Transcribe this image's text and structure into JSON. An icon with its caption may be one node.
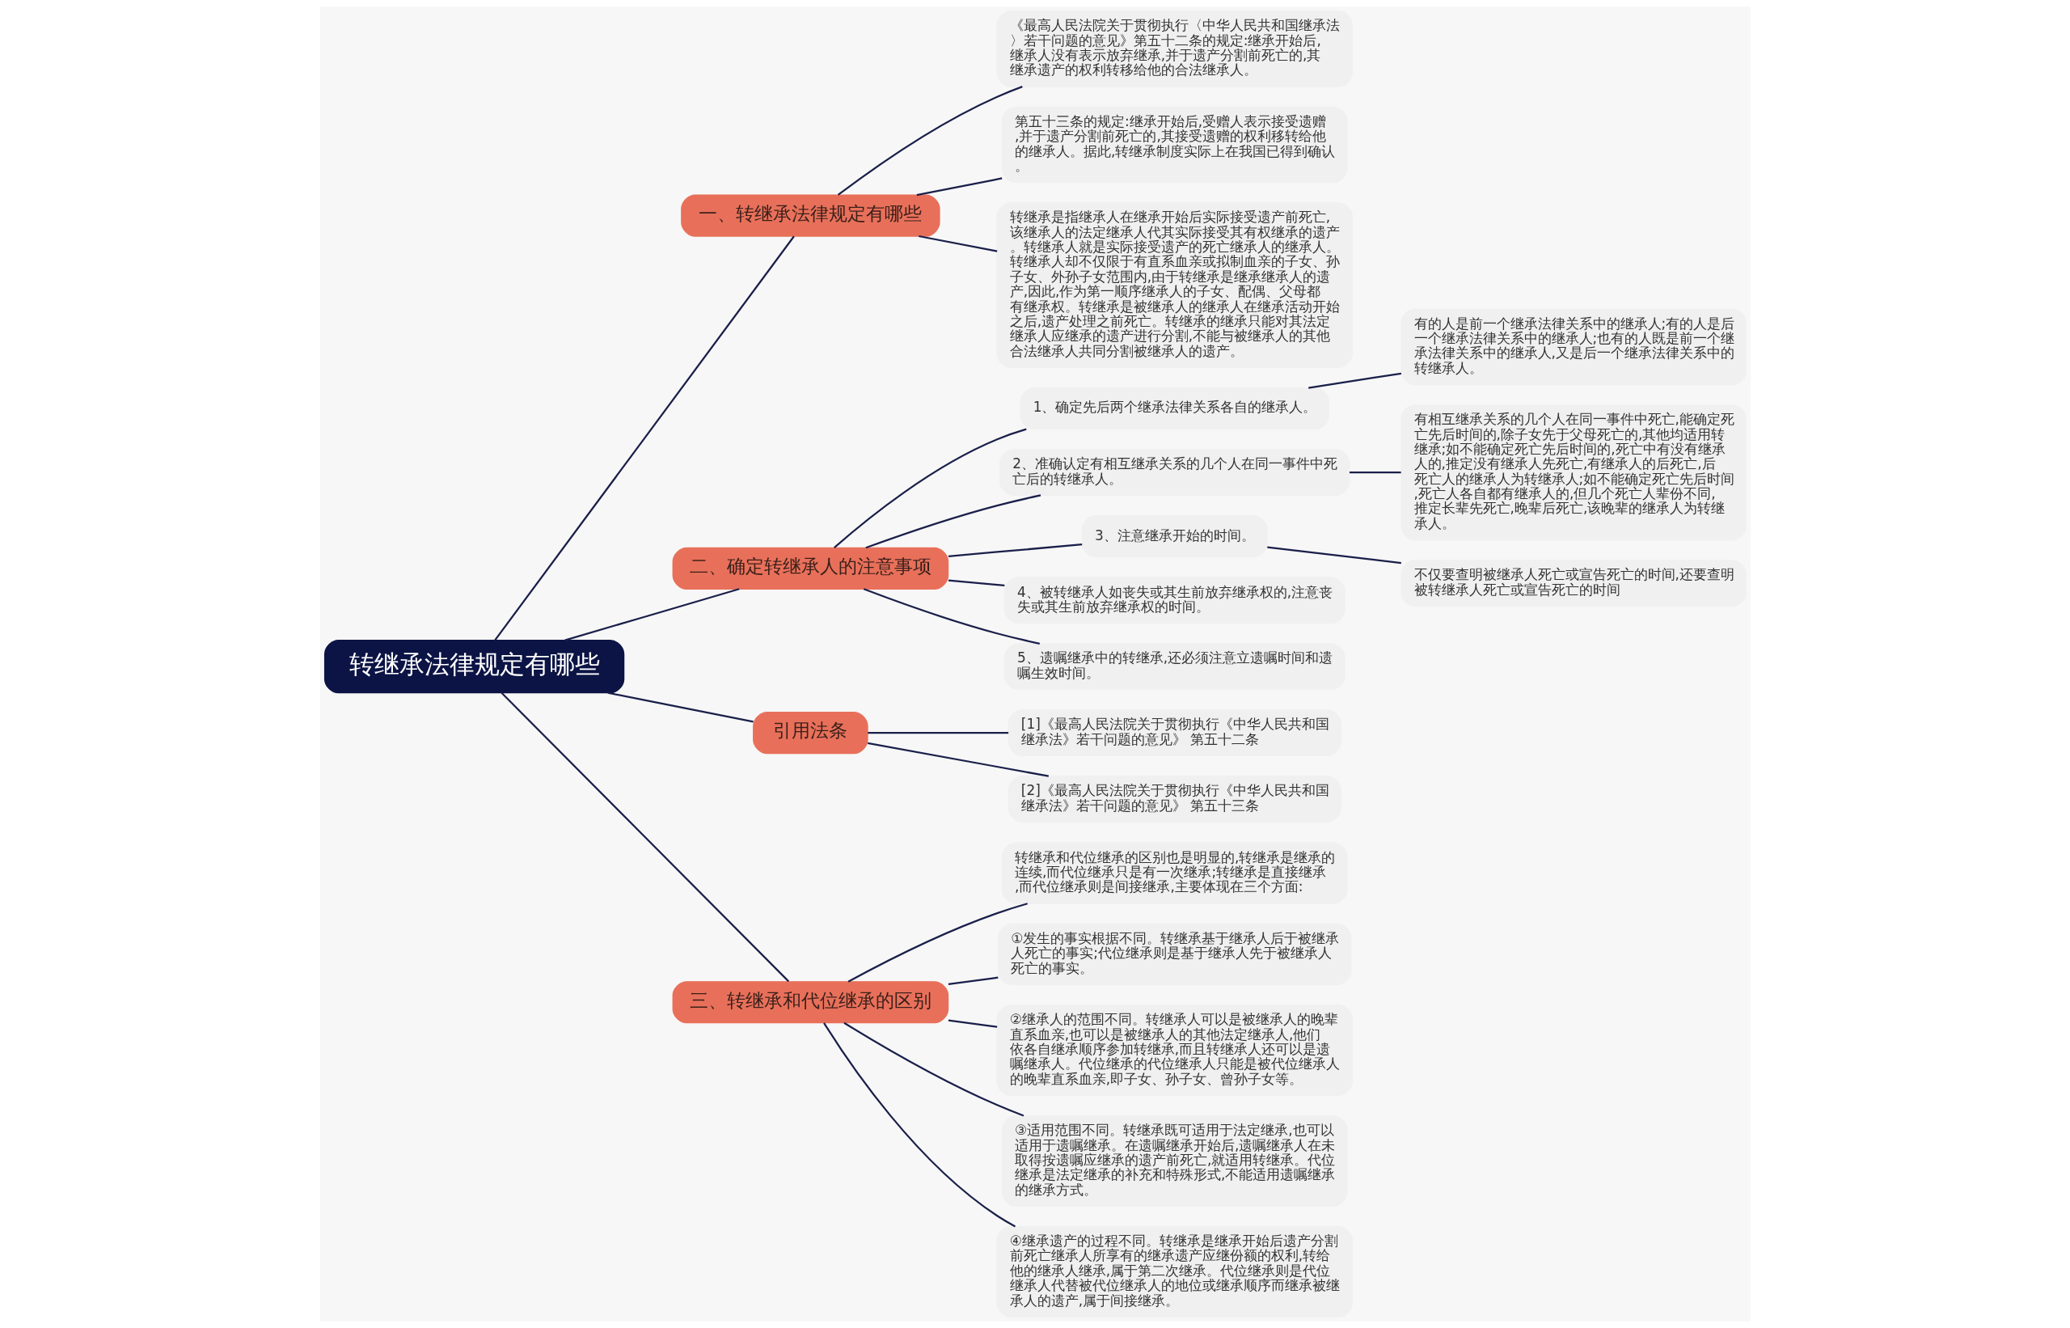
{
  "diagram": {
    "nodes": [
      {
        "text": [
          "转继承法律规定有哪些"
        ]
      },
      {
        "text": [
          "一、转继承法律规定有哪些"
        ]
      },
      {
        "text": [
          "《最高人民法院关于贯彻执行〈中华人民共和国继承法〉若干问题的意见》第五十二条的规定:继承开始后,继承人没有表示放弃继承,并于遗产分割前死亡的,其继承遗产的权利转移给他的合法继承人。"
        ]
      },
      {
        "text": [
          "第五十三条的规定:继承开始后,受赠人表示接受遗赠,并于遗产分割前死亡的,其接受遗赠的权利移转给他的继承人。据此,转继承制度实际上在我国已得到确认。"
        ]
      },
      {
        "text": [
          "转继承是指继承人在继承开始后实际接受遗产前死亡,该继承人的法定继承人代其实际接受其有权继承的遗产。转继承人就是实际接受遗产的死亡继承人的继承人。转继承人却不仅限于有直系血亲或拟制血亲的子女、孙子女、外孙子女范围内,由于转继承是继承继承人的遗产,因此,作为第一顺序继承人的子女、配偶、父母都有继承权。转继承是被继承人的继承人在继承活动开始之后,遗产处理之前死亡。转继承的继承只能对其法定继承人应继承的遗产进行分割,不能与被继承人的其他合法继承人共同分割被继承人的遗产。"
        ]
      },
      {
        "text": [
          "二、确定转继承人的注意事项"
        ]
      },
      {
        "text": [
          "1、确定先后两个继承法律关系各自的继承人。"
        ]
      },
      {
        "text": [
          "有的人是前一个继承法律关系中的继承人;有的人是后一个继承法律关系中的继承人;也有的人既是前一个继承法律关系中的继承人,又是后一个继承法律关系中的转继承人。"
        ]
      },
      {
        "text": [
          "2、准确认定有相互继承关系的几个人在同一事件中死亡后的转继承人。"
        ]
      },
      {
        "text": [
          "有相互继承关系的几个人在同一事件中死亡,能确定死亡先后时间的,除子女先于父母死亡的,其他均适用转继承;如不能确定死亡先后时间的,死亡中有没有继承人的,推定没有继承人先死亡,有继承人的后死亡,后死亡人的继承人为转继承人;如不能确定死亡先后时间,死亡人各自都有继承人的,但几个死亡人辈份不同,推定长辈先死亡,晚辈后死亡,该晚辈的继承人为转继承人。"
        ]
      },
      {
        "text": [
          "3、注意继承开始的时间。"
        ]
      },
      {
        "text": [
          "不仅要查明被继承人死亡或宣告死亡的时间,还要查明被转继承人死亡或宣告死亡的时间"
        ]
      },
      {
        "text": [
          "4、被转继承人如丧失或其生前放弃继承权的,注意丧失或其生前放弃继承权的时间。"
        ]
      },
      {
        "text": [
          "5、遗嘱继承中的转继承,还必须注意立遗嘱时间和遗嘱生效时间。"
        ]
      },
      {
        "text": [
          "引用法条"
        ]
      },
      {
        "text": [
          "[1]《最高人民法院关于贯彻执行《中华人民共和国继承法》若干问题的意见》 第五十二条"
        ]
      },
      {
        "text": [
          "[2]《最高人民法院关于贯彻执行《中华人民共和国继承法》若干问题的意见》 第五十三条"
        ]
      },
      {
        "text": [
          "三、转继承和代位继承的区别"
        ]
      },
      {
        "text": [
          "转继承和代位继承的区别也是明显的,转继承是继承的连续,而代位继承只是有一次继承;转继承是直接继承,而代位继承则是间接继承,主要体现在三个方面:"
        ]
      },
      {
        "text": [
          "①发生的事实根据不同。转继承基于继承人后于被继承人死亡的事实;代位继承则是基于继承人先于被继承人死亡的事实。"
        ]
      },
      {
        "text": [
          "②继承人的范围不同。转继承人可以是被继承人的晚辈直系血亲,也可以是被继承人的其他法定继承人,他们依各自继承顺序参加转继承,而且转继承人还可以是遗嘱继承人。代位继承的代位继承人只能是被代位继承人的晚辈直系血亲,即子女、孙子女、曾孙子女等。"
        ]
      },
      {
        "text": [
          "③适用范围不同。转继承既可适用于法定继承,也可以适用于遗嘱继承。在遗嘱继承开始后,遗嘱继承人在未取得按遗嘱应继承的遗产前死亡,就适用转继承。代位继承是法定继承的补充和特殊形式,不能适用遗嘱继承的继承方式。"
        ]
      },
      {
        "text": [
          "④继承遗产的过程不同。转继承是继承开始后遗产分割前死亡继承人所享有的继承遗产应继份额的权利,转给他的继承人继承,属于第二次继承。代位继承则是代位继承人代替被代位继承人的地位或继承顺序而继承被继承人的遗产,属于间接继承。"
        ]
      }
    ],
    "edges": [
      {
        "from": 0,
        "to": 1,
        "arrow": "none"
      },
      {
        "from": 1,
        "to": 2,
        "arrow": "none"
      },
      {
        "from": 1,
        "to": 3,
        "arrow": "none"
      },
      {
        "from": 1,
        "to": 4,
        "arrow": "none"
      },
      {
        "from": 0,
        "to": 5,
        "arrow": "none"
      },
      {
        "from": 5,
        "to": 6,
        "arrow": "none"
      },
      {
        "from": 6,
        "to": 7,
        "arrow": "none"
      },
      {
        "from": 5,
        "to": 8,
        "arrow": "none"
      },
      {
        "from": 8,
        "to": 9,
        "arrow": "none"
      },
      {
        "from": 5,
        "to": 10,
        "arrow": "none"
      },
      {
        "from": 10,
        "to": 11,
        "arrow": "none"
      },
      {
        "from": 5,
        "to": 12,
        "arrow": "none"
      },
      {
        "from": 5,
        "to": 13,
        "arrow": "none"
      },
      {
        "from": 0,
        "to": 14,
        "arrow": "none"
      },
      {
        "from": 14,
        "to": 15,
        "arrow": "none"
      },
      {
        "from": 14,
        "to": 16,
        "arrow": "none"
      },
      {
        "from": 0,
        "to": 17,
        "arrow": "none"
      },
      {
        "from": 17,
        "to": 18,
        "arrow": "none"
      },
      {
        "from": 17,
        "to": 19,
        "arrow": "none"
      },
      {
        "from": 17,
        "to": 20,
        "arrow": "none"
      },
      {
        "from": 17,
        "to": 21,
        "arrow": "none"
      },
      {
        "from": 17,
        "to": 22,
        "arrow": "none"
      }
    ]
  }
}
